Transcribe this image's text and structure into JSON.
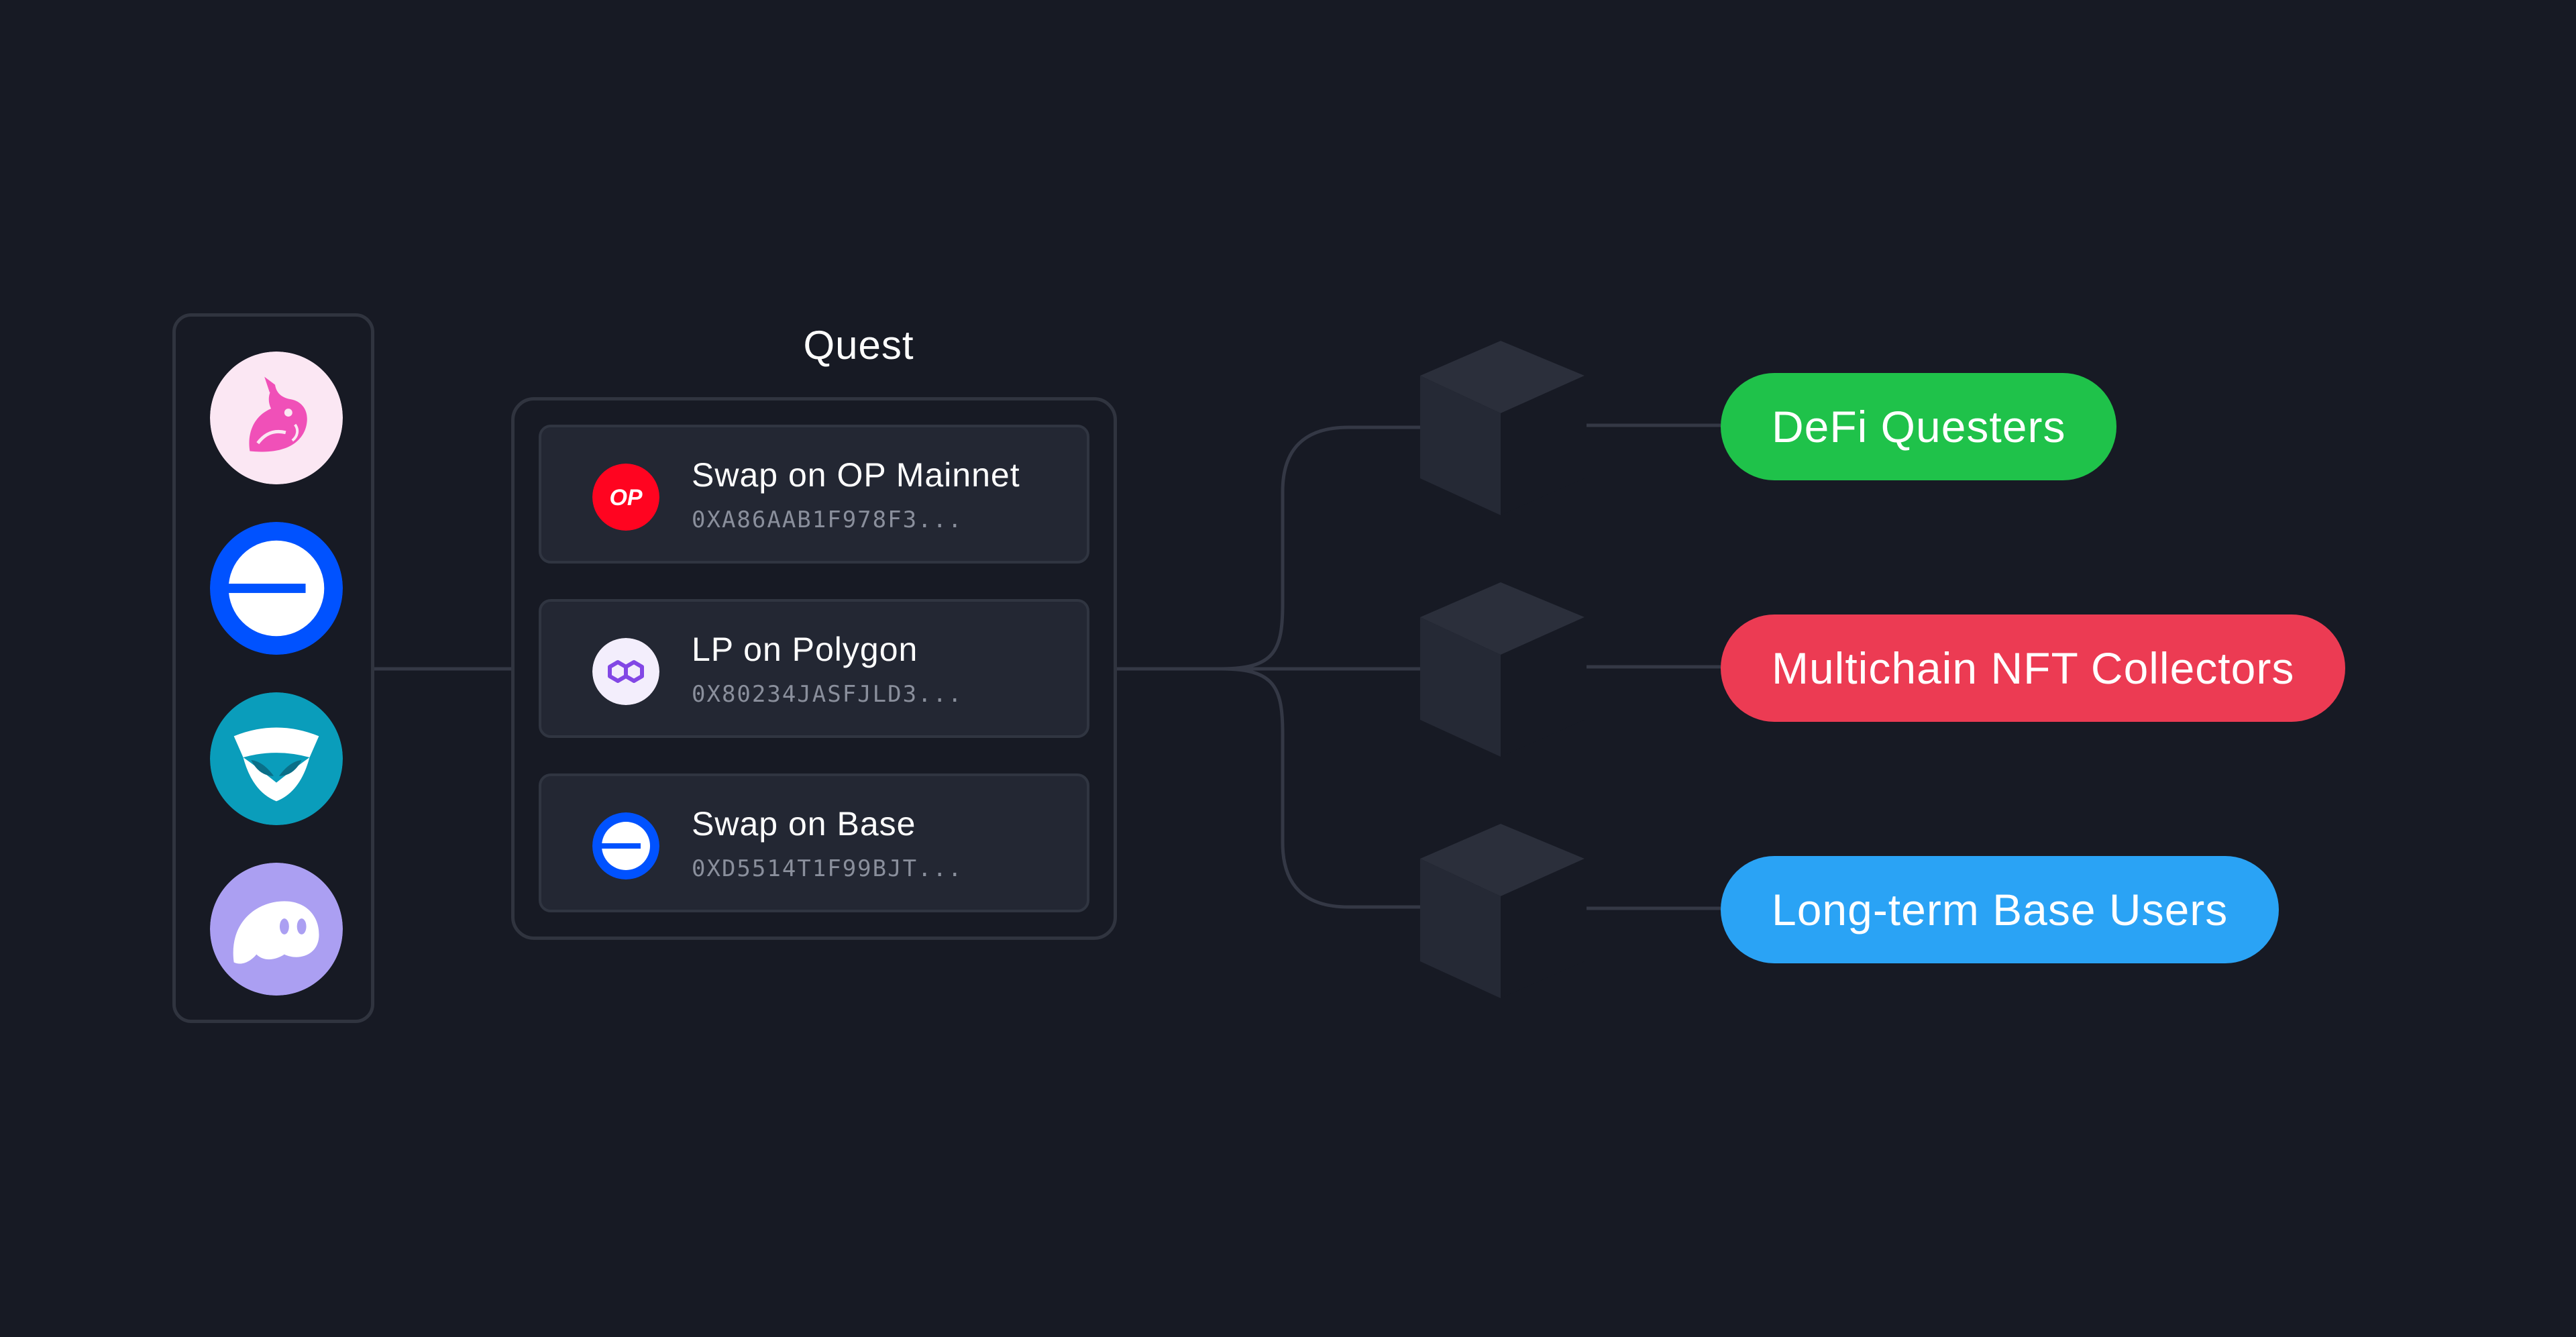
{
  "quest": {
    "title": "Quest",
    "tasks": [
      {
        "title": "Swap on OP Mainnet",
        "address": "0XA86AAB1F978F3...",
        "icon": "op-icon",
        "icon_text": "OP",
        "color": "#ff0420"
      },
      {
        "title": "LP on Polygon",
        "address": "0X80234JASFJLD3...",
        "icon": "polygon-icon",
        "color": "#8247e5"
      },
      {
        "title": "Swap on Base",
        "address": "0XD5514T1F99BJT...",
        "icon": "base-icon",
        "color": "#0052ff"
      }
    ]
  },
  "apps": [
    {
      "icon": "uniswap-icon",
      "color": "#fbe7f3"
    },
    {
      "icon": "base-icon",
      "color": "#0052ff"
    },
    {
      "icon": "owl-icon",
      "color": "#0a9dbb"
    },
    {
      "icon": "ghost-icon",
      "color": "#ab9ff2"
    }
  ],
  "segments": [
    {
      "label": "DeFi Questers",
      "color": "#1fc24a"
    },
    {
      "label": "Multichain NFT Collectors",
      "color": "#ec3b53"
    },
    {
      "label": "Long-term Base Users",
      "color": "#2aa3f5"
    }
  ],
  "colors": {
    "background": "#171a24",
    "line": "#343845",
    "cube": "#2b2f3b"
  }
}
